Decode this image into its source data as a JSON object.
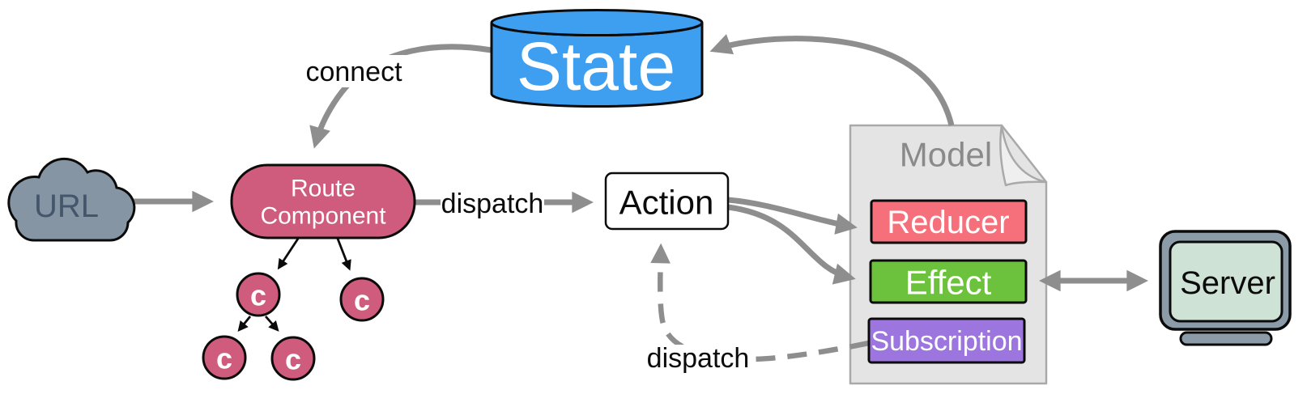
{
  "diagram": {
    "background": "#ffffff",
    "nodes": {
      "url": {
        "label": "URL"
      },
      "route_component": {
        "line1": "Route",
        "line2": "Component"
      },
      "component_children": [
        "c",
        "c",
        "c",
        "c"
      ],
      "state": {
        "label": "State"
      },
      "action": {
        "label": "Action"
      },
      "model": {
        "label": "Model"
      },
      "reducer": {
        "label": "Reducer"
      },
      "effect": {
        "label": "Effect"
      },
      "subscription": {
        "label": "Subscription"
      },
      "server": {
        "label": "Server"
      }
    },
    "edge_labels": {
      "connect": "connect",
      "dispatch_route_to_action": "dispatch",
      "dispatch_subscription_to_action": "dispatch"
    },
    "colors": {
      "state_blue": "#3E9EF0",
      "component_pink": "#CF5C7D",
      "reducer_red": "#F5707B",
      "effect_green": "#6CC23C",
      "subscription_purple": "#9C76DE",
      "cloud_gray": "#8695A4",
      "cloud_text": "#44566B",
      "server_frame": "#8C9BA8",
      "server_screen": "#CFE2D6",
      "model_fill": "#E4E4E4",
      "model_border": "#A9A9A9",
      "model_text": "#8A8A8A",
      "arrow_gray": "#8E8E8E",
      "outline_black": "#0B0B0B"
    }
  }
}
